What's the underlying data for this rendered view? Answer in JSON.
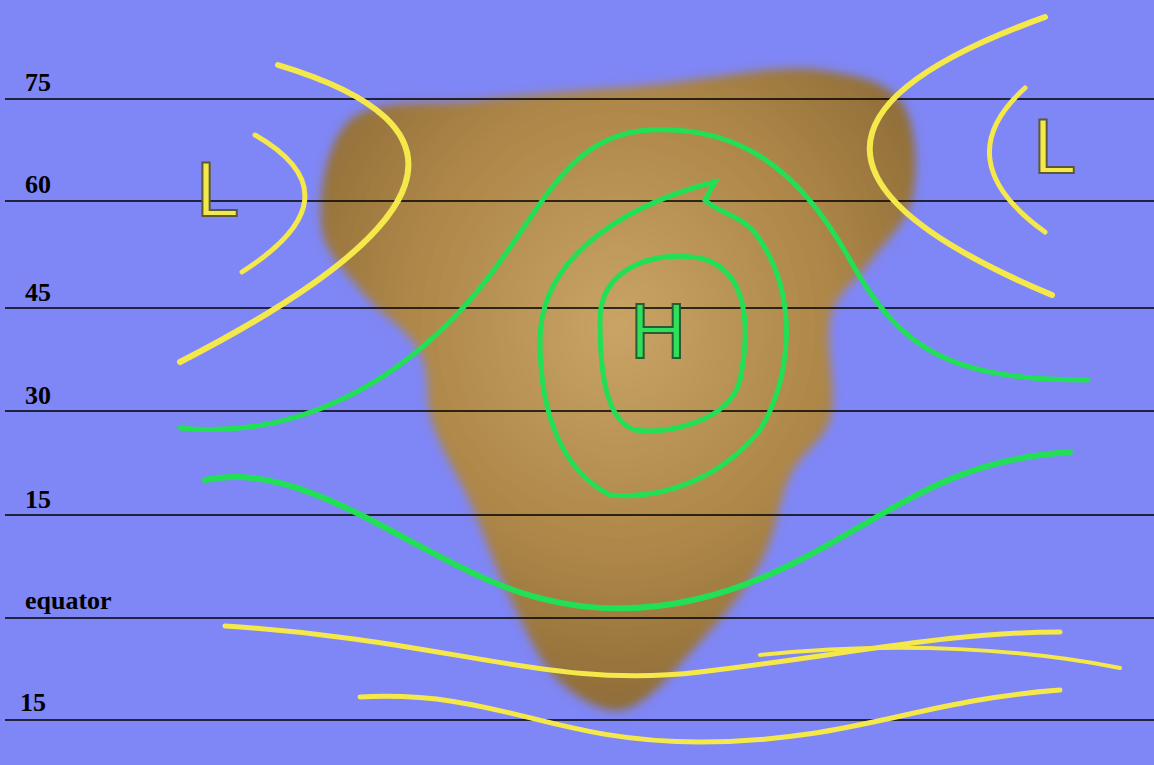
{
  "diagram": {
    "labels": [
      "75",
      "60",
      "45",
      "30",
      "15",
      "equator",
      "15",
      "L",
      "L",
      "H"
    ]
  }
}
